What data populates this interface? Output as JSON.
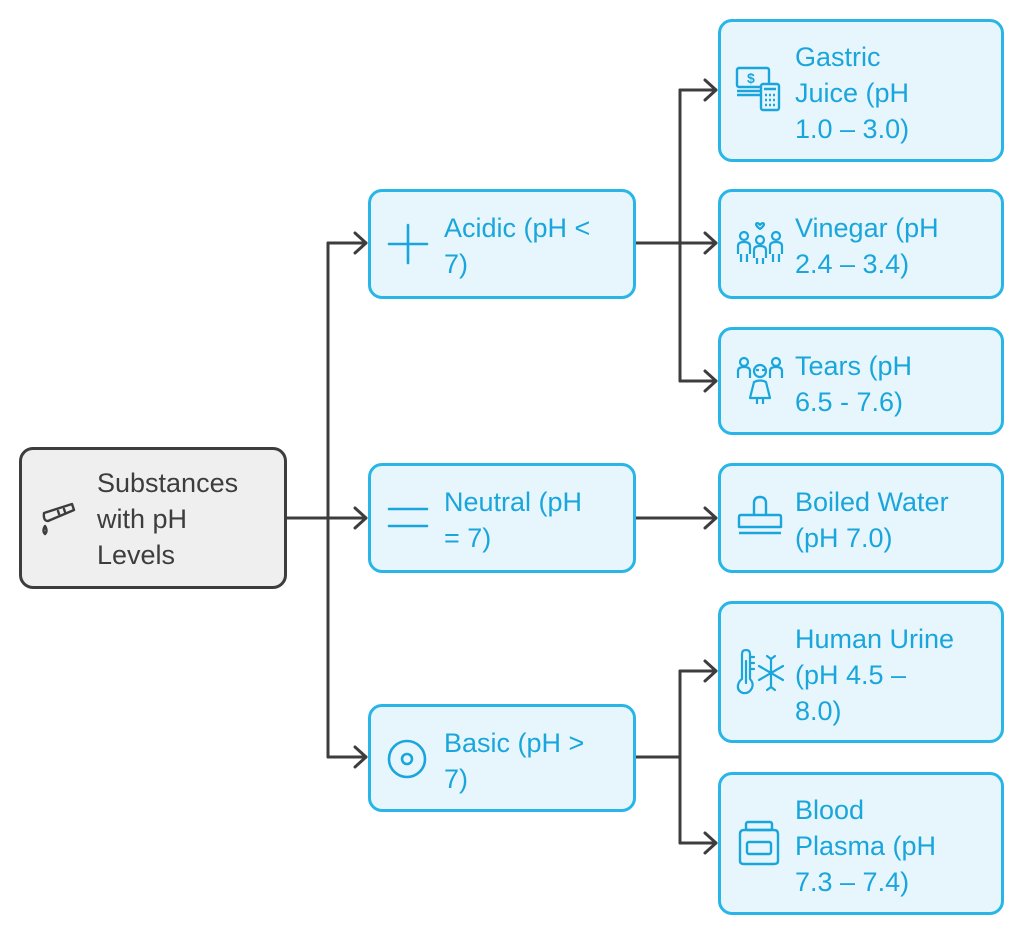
{
  "diagram": {
    "root": {
      "label": "Substances\nwith pH\nLevels",
      "icon": "test-tube-icon"
    },
    "categories": [
      {
        "label": "Acidic (pH <\n7)",
        "icon": "plus-icon"
      },
      {
        "label": "Neutral (pH\n= 7)",
        "icon": "equals-icon"
      },
      {
        "label": "Basic (pH >\n7)",
        "icon": "circle-dot-icon"
      }
    ],
    "leaves": [
      {
        "label": "Gastric\nJuice (pH\n1.0 – 3.0)",
        "icon": "money-calculator-icon"
      },
      {
        "label": "Vinegar (pH\n2.4 – 3.4)",
        "icon": "family-icon"
      },
      {
        "label": "Tears (pH\n6.5 - 7.6)",
        "icon": "people-icon"
      },
      {
        "label": "Boiled Water\n(pH 7.0)",
        "icon": "stamp-icon"
      },
      {
        "label": "Human Urine\n(pH 4.5 –\n8.0)",
        "icon": "thermometer-snowflake-icon"
      },
      {
        "label": "Blood\nPlasma (pH\n7.3 – 7.4)",
        "icon": "jar-icon"
      }
    ]
  },
  "colors": {
    "root_border": "#3d3d3d",
    "root_fill": "#efefef",
    "node_border": "#29b6e6",
    "node_fill": "#e6f6fc",
    "text_accent": "#1aa6dc",
    "connector": "#3d3d3d"
  }
}
